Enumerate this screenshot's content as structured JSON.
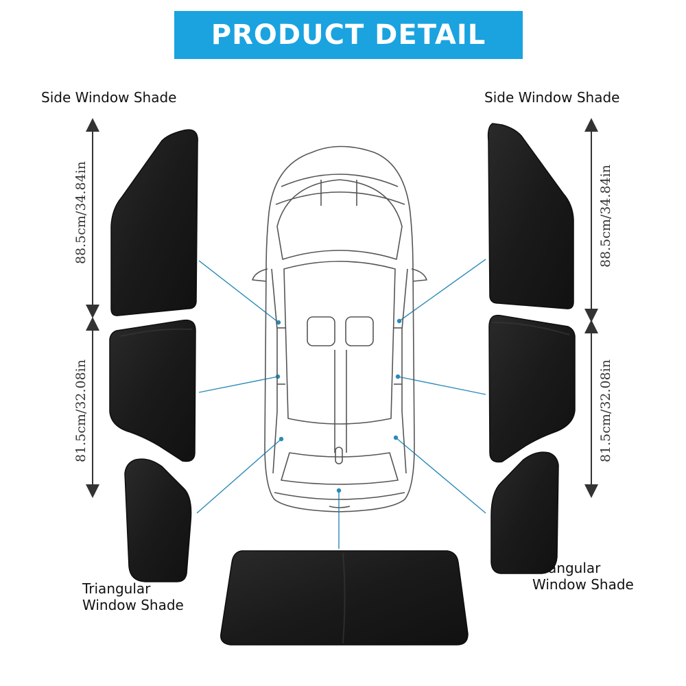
{
  "header": {
    "title": "PRODUCT DETAIL",
    "background_color": "#1aa3df"
  },
  "labels": {
    "side_window_left": "Side Window Shade",
    "side_window_right": "Side Window Shade",
    "triangular_left_line1": "Triangular",
    "triangular_left_line2": "Window Shade",
    "triangular_right_line1": "Triangular",
    "triangular_right_line2": "Window Shade"
  },
  "measurements": {
    "front_left": "88.5cm/34.84in",
    "rear_left": "81.5cm/32.08in",
    "front_right": "88.5cm/34.84in",
    "rear_right": "81.5cm/32.08in"
  },
  "colors": {
    "shade": "#1c1c1c",
    "leader_line": "#2a8ab8",
    "car_outline": "#555555"
  }
}
